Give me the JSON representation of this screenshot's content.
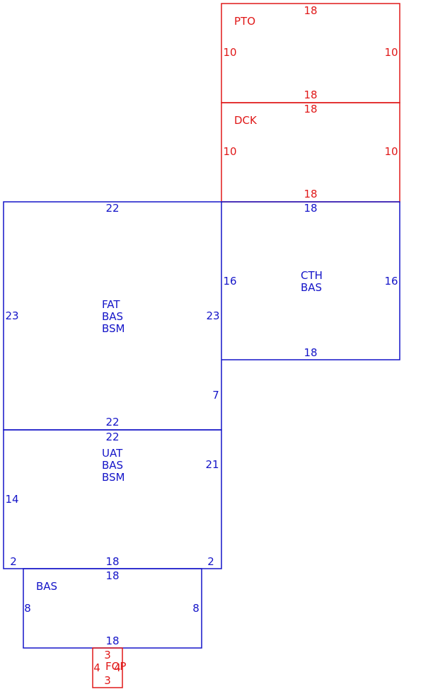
{
  "colors": {
    "blue": "#1414c8",
    "red": "#e01818"
  },
  "areas": {
    "pto": {
      "labels": [
        "PTO"
      ],
      "top": "18",
      "bottom": "18",
      "left": "10",
      "right": "10"
    },
    "dck": {
      "labels": [
        "DCK"
      ],
      "top": "18",
      "bottom": "18",
      "left": "10",
      "right": "10"
    },
    "fat": {
      "labels": [
        "FAT",
        "BAS",
        "BSM"
      ],
      "top": "22",
      "bottom": "22",
      "left": "23",
      "right": "23",
      "right_lower": "7"
    },
    "cth": {
      "labels": [
        "CTH",
        "BAS"
      ],
      "top": "18",
      "bottom": "18",
      "left": "16",
      "right": "16"
    },
    "uat": {
      "labels": [
        "UAT",
        "BAS",
        "BSM"
      ],
      "top": "22",
      "bottom": "18",
      "left": "14",
      "right": "21",
      "bottom_left": "2",
      "bottom_right": "2"
    },
    "bas": {
      "labels": [
        "BAS"
      ],
      "top": "18",
      "bottom": "18",
      "left": "8",
      "right": "8"
    },
    "fop": {
      "labels": [
        "FOP"
      ],
      "top": "3",
      "bottom": "3",
      "left": "4",
      "right": "4"
    }
  }
}
